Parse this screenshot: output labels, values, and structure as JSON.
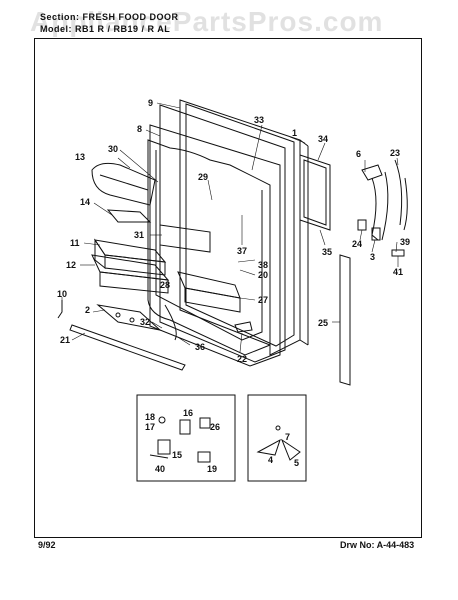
{
  "header": {
    "section_label": "Section:",
    "section_value": "FRESH FOOD DOOR",
    "model_label": "Model:",
    "model_value": "RB1 R / RB19 / R AL"
  },
  "watermark": "AppliancePartsPros.com",
  "footer": {
    "date": "9/92",
    "drawing_label": "Drw No:",
    "drawing_number": "A-44-483"
  },
  "callouts": [
    "1",
    "2",
    "3",
    "4",
    "5",
    "6",
    "7",
    "8",
    "9",
    "10",
    "11",
    "12",
    "13",
    "14",
    "15",
    "16",
    "17",
    "18",
    "19",
    "20",
    "21",
    "22",
    "23",
    "24",
    "25",
    "26",
    "27",
    "28",
    "29",
    "30",
    "31",
    "32",
    "33",
    "34",
    "35",
    "36",
    "37",
    "38",
    "39",
    "40",
    "41"
  ]
}
